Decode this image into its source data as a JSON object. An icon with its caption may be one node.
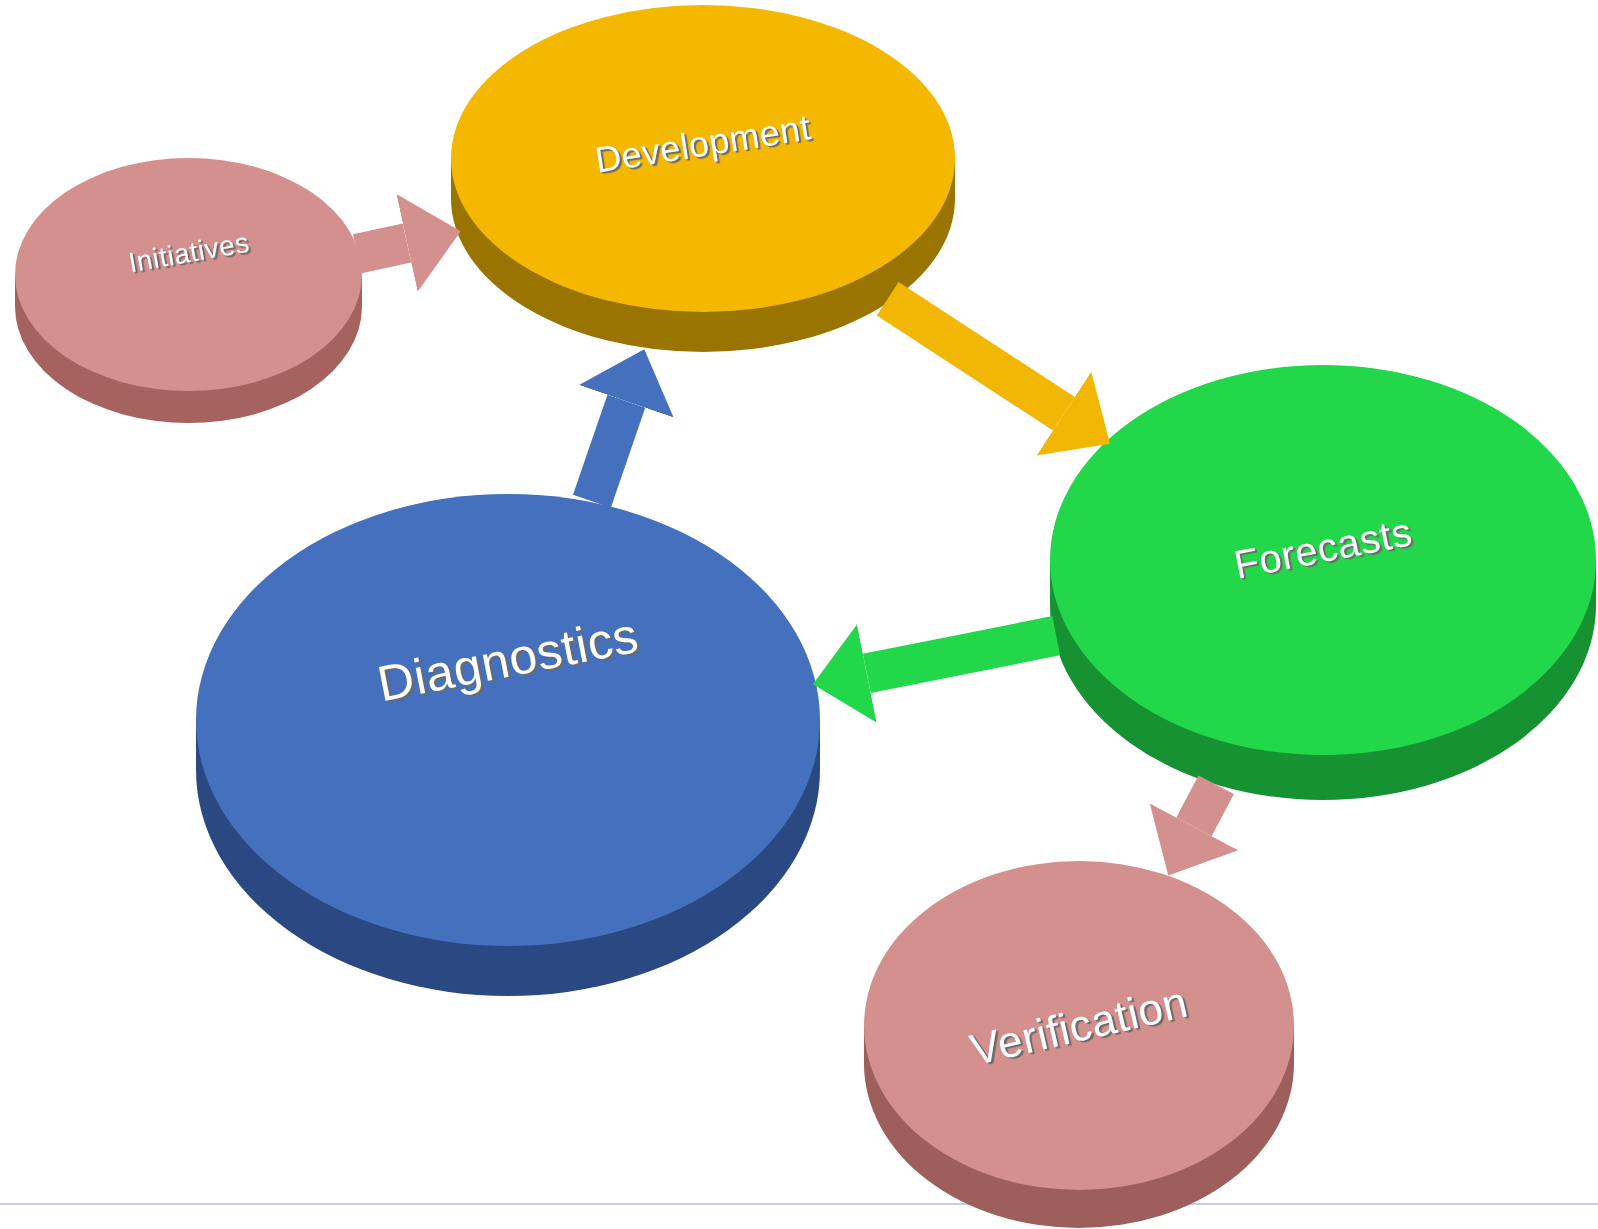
{
  "diagram": {
    "nodes": [
      {
        "text": [
          "Initiatives"
        ]
      },
      {
        "text": [
          "Development"
        ]
      },
      {
        "text": [
          "Forecasts"
        ]
      },
      {
        "text": [
          "Diagnostics"
        ]
      },
      {
        "text": [
          "Verification"
        ]
      }
    ],
    "edges": [
      {
        "from": 0,
        "to": 1,
        "arrow": "to",
        "color": "#d4908e"
      },
      {
        "from": 1,
        "to": 2,
        "arrow": "to",
        "color": "#f2b705"
      },
      {
        "from": 2,
        "to": 3,
        "arrow": "to",
        "color": "#22d84a"
      },
      {
        "from": 3,
        "to": 1,
        "arrow": "to",
        "color": "#4470be"
      },
      {
        "from": 2,
        "to": 4,
        "arrow": "to",
        "color": "#d4908e"
      }
    ]
  }
}
